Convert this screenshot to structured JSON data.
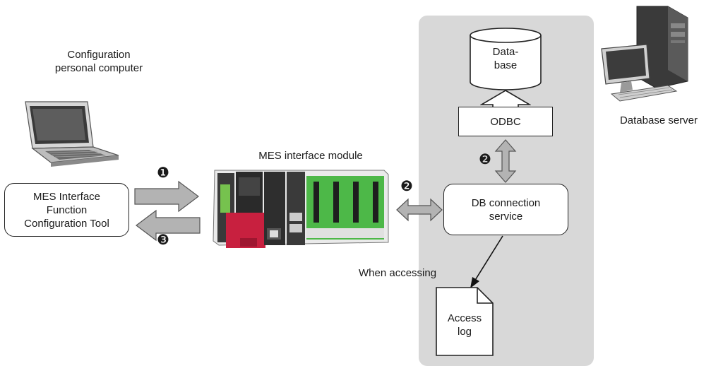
{
  "colors": {
    "server_panel": "#d8d8d8",
    "arrow_fill": "#b3b3b3",
    "arrow_stroke": "#555555",
    "module_green": "#4db848",
    "module_red": "#c8203f",
    "module_dark": "#2e2e2e"
  },
  "labels": {
    "config_pc_line1": "Configuration",
    "config_pc_line2": "personal computer",
    "mes_module": "MES interface module",
    "database_server": "Database server",
    "when_accessing": "When accessing"
  },
  "boxes": {
    "tool_line1": "MES Interface",
    "tool_line2": "Function",
    "tool_line3": "Configuration Tool",
    "odbc": "ODBC",
    "db_service_line1": "DB connection",
    "db_service_line2": "service",
    "database_line1": "Data-",
    "database_line2": "base",
    "access_log_line1": "Access",
    "access_log_line2": "log"
  },
  "steps": {
    "step1": "❶",
    "step2_module": "❷",
    "step2_odbc": "❷",
    "step3": "❸"
  },
  "icons": {
    "laptop": "laptop-icon",
    "server": "server-tower-icon",
    "plc": "plc-module-icon"
  }
}
